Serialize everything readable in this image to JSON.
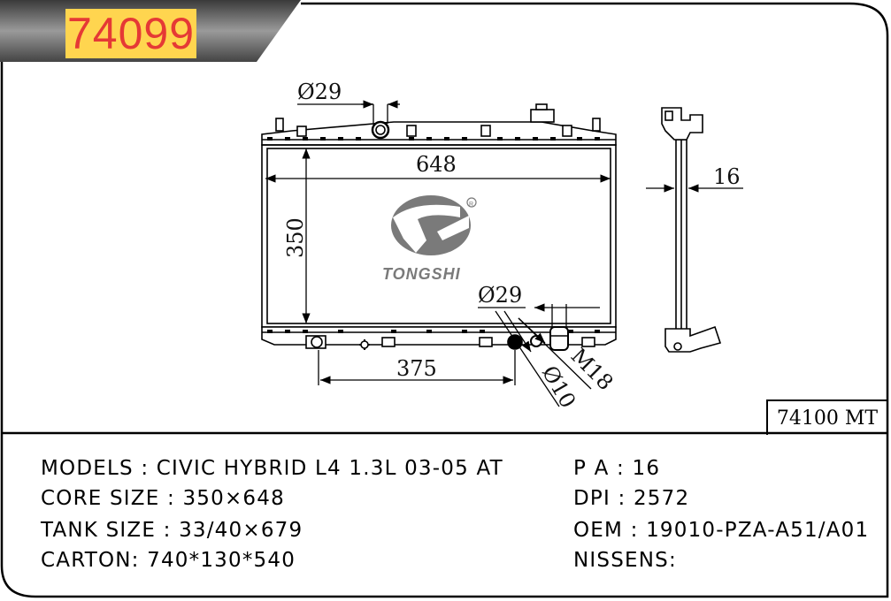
{
  "part_number": "74099",
  "alt_part_code": "74100 MT",
  "brand_logo_text": "TONGSHI",
  "registered_mark": "R",
  "dimensions": {
    "inlet_diameter_top": "Ø29",
    "core_width": "648",
    "core_height": "350",
    "thickness": "16",
    "outlet_diameter_bottom": "Ø29",
    "outlet_offset": "375",
    "drain_diameter": "Ø10",
    "drain_thread": "M18"
  },
  "specs": {
    "models_label": "MODELS",
    "models_value": "CIVIC HYBRID L4 1.3L 03-05 AT",
    "core_size_label": "CORE SIZE",
    "core_size_value": "350×648",
    "tank_size_label": "TANK SIZE",
    "tank_size_value": "33/40×679",
    "carton_label": "CARTON",
    "carton_value": "740*130*540",
    "pa_label": "P A",
    "pa_value": "16",
    "dpi_label": "DPI",
    "dpi_value": "2572",
    "oem_label": "OEM",
    "oem_value": "19010-PZA-A51/A01",
    "nissens_label": "NISSENS",
    "nissens_value": ""
  },
  "colors": {
    "title_bg": "#ffd54f",
    "title_text": "#e53935",
    "title_banner": "#555555",
    "logo_grey": "#7a7a7a"
  }
}
